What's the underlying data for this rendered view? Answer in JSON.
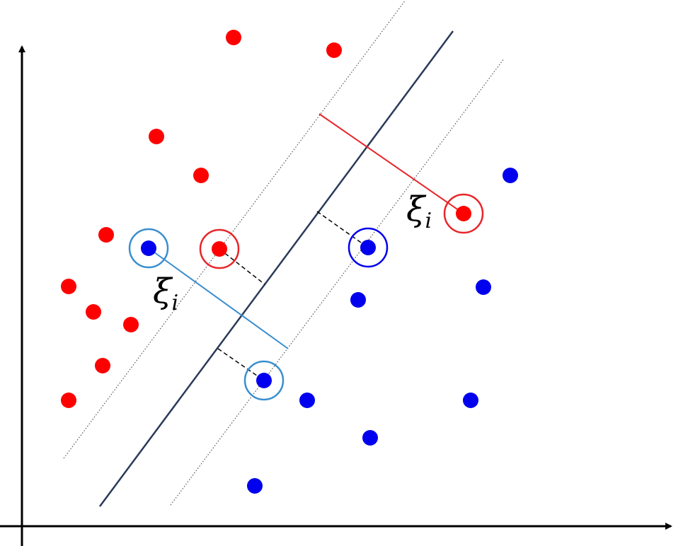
{
  "colors": {
    "class_a": "#ff0000",
    "class_b": "#0000ee",
    "hyperplane": "#2b3a5a",
    "margin": "#555555",
    "axis": "#000000",
    "slack_red": "#e8262a",
    "slack_blue": "#3a8fcf"
  },
  "labels": {
    "xi_left": "ξ",
    "xi_left_sub": "i",
    "xi_right": "ξ",
    "xi_right_sub": "i"
  },
  "icons": {
    "x_axis_arrow": "arrow-right",
    "y_axis_arrow": "arrow-up"
  }
}
